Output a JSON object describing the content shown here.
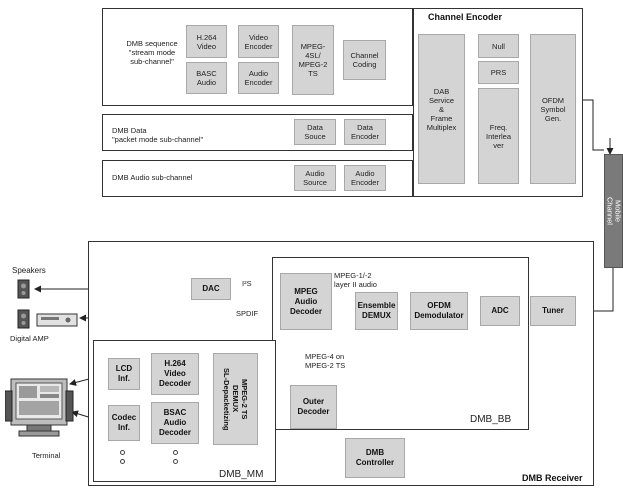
{
  "encoder": {
    "title": "Channel Encoder",
    "stream_label": "DMB sequence\n\"stream mode\nsub-channel\"",
    "packet_label": "DMB Data\n\"packet mode sub-channel\"",
    "audio_label": "DMB Audio sub-channel",
    "h264_video": "H.264\nVideo",
    "video_encoder": "Video\nEncoder",
    "bsac_audio": "BASC\nAudio",
    "audio_encoder": "Audio\nEncoder",
    "mpeg4sl": "MPEG-\n4SL/\nMPEG-2\nTS",
    "channel_coding": "Channel\nCoding",
    "data_source": "Data\nSouce",
    "data_encoder": "Data\nEncoder",
    "audio_source": "Audio\nSource",
    "audio_encoder_2": "Audio\nEncoder",
    "dab_mux": "DAB\nService\n&\nFrame\nMultiplex",
    "null": "Null",
    "prs": "PRS",
    "freq_interleaver": "Freq.\nInterlea\nver",
    "ofdm_gen": "OFDM\nSymbol\nGen."
  },
  "channel": {
    "mobile_channel": "Mobile\nChannel"
  },
  "receiver": {
    "title": "DMB Receiver",
    "tuner": "Tuner",
    "adc": "ADC",
    "ofdm_demod": "OFDM\nDemodulator",
    "ensemble_demux": "Ensemble\nDEMUX",
    "mpeg_audio_decoder": "MPEG\nAudio\nDecoder",
    "dac": "DAC",
    "outer_decoder": "Outer\nDecoder",
    "dmb_controller": "DMB\nController",
    "dmb_bb": "DMB_BB",
    "dmb_mm": "DMB_MM",
    "sl_demux": "MPEG-2 TS\nDEMUX\nSL-Depacketizing",
    "h264_decoder": "H.264\nVideo\nDecoder",
    "bsac_decoder": "BSAC\nAudio\nDecoder",
    "lcd": "LCD\nInf.",
    "codec": "Codec\nInf."
  },
  "annotations": {
    "mpeg_layer": "MPEG-1/-2\nlayer II audio",
    "i2s": "I²S",
    "spdif": "SPDIF",
    "mpeg4_ts": "MPEG-4 on\nMPEG-2 TS",
    "speakers": "Speakers",
    "digital_amp": "Digital AMP",
    "terminal": "Terminal"
  }
}
